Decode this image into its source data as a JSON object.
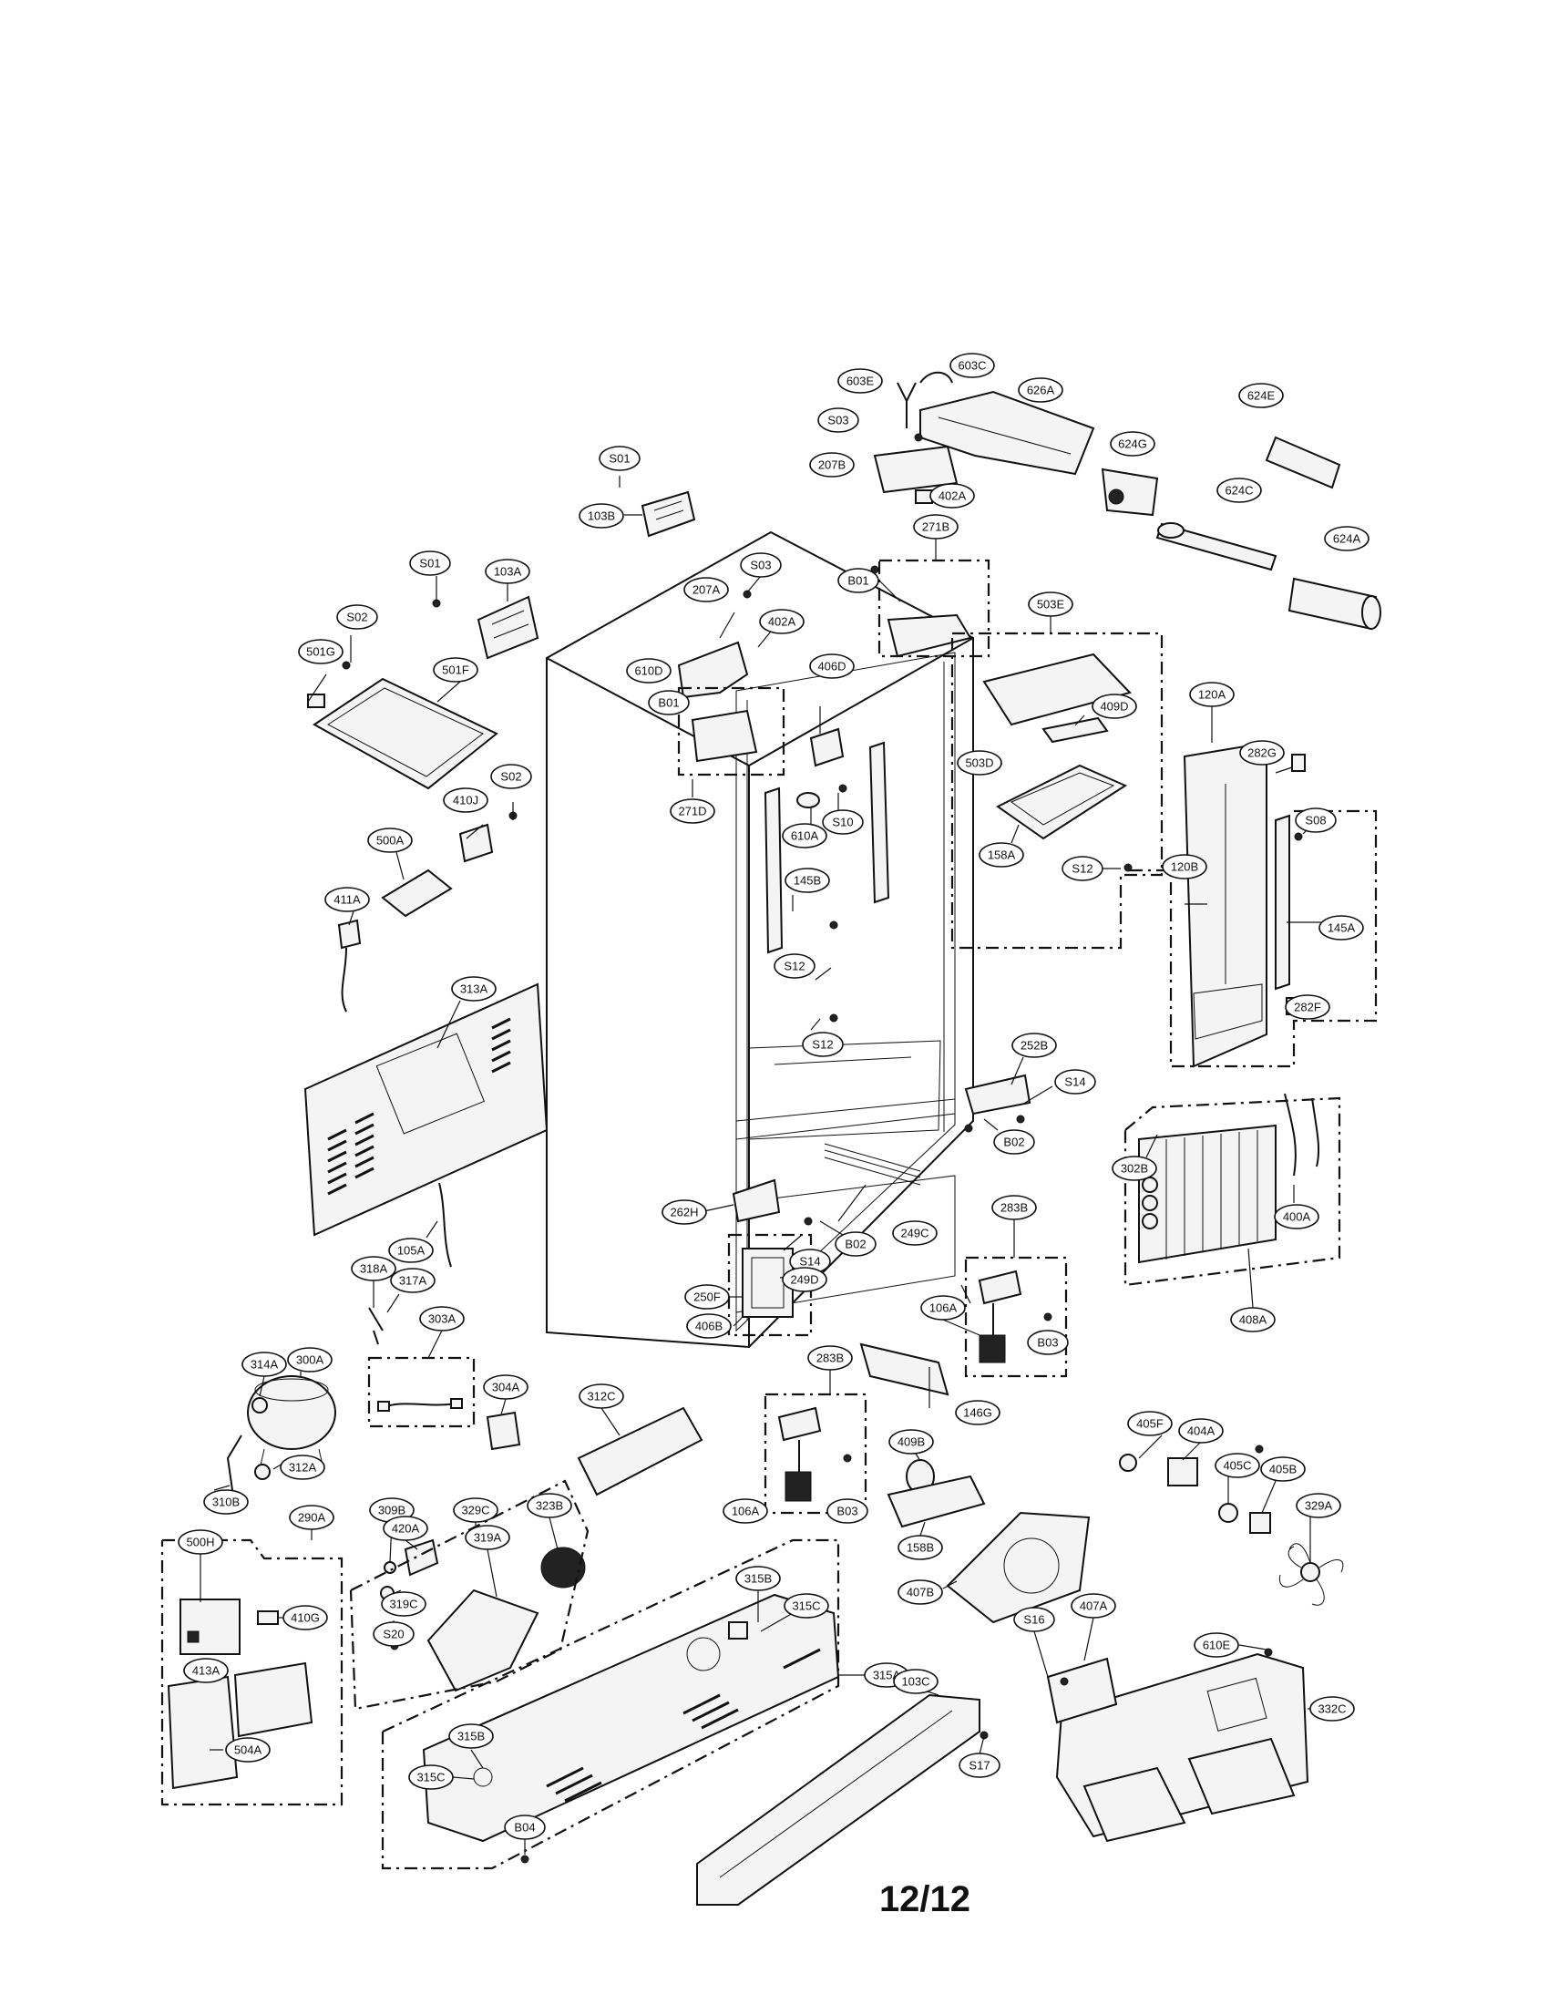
{
  "page_number": "12/12",
  "labels": {
    "p603E": "603E",
    "p603C": "603C",
    "p626A": "626A",
    "p624E": "624E",
    "pS03a": "S03",
    "pS01a": "S01",
    "p207B": "207B",
    "p624G": "624G",
    "p402A_a": "402A",
    "p624C": "624C",
    "p103B": "103B",
    "p271B": "271B",
    "p624A": "624A",
    "pS01b": "S01",
    "p103A": "103A",
    "pS03b": "S03",
    "pB01a": "B01",
    "p207A": "207A",
    "p503E": "503E",
    "p402A_b": "402A",
    "pS02a": "S02",
    "p501G": "501G",
    "p501F": "501F",
    "p610D": "610D",
    "p406D": "406D",
    "pB01b": "B01",
    "p409D": "409D",
    "p120A": "120A",
    "p282G": "282G",
    "pS02b": "S02",
    "p503D": "503D",
    "p271D": "271D",
    "p410J": "410J",
    "pS10": "S10",
    "p610A": "610A",
    "pS08": "S08",
    "p500A": "500A",
    "p158A": "158A",
    "pS12a": "S12",
    "p120B": "120B",
    "p411A": "411A",
    "p145B": "145B",
    "p145A": "145A",
    "pS12b": "S12",
    "p313A": "313A",
    "pS12c": "S12",
    "p282F": "282F",
    "p252B": "252B",
    "pS14a": "S14",
    "pB02a": "B02",
    "p302B": "302B",
    "p262H": "262H",
    "p249C": "249C",
    "p400A": "400A",
    "pB02b": "B02",
    "p105A": "105A",
    "pS14b": "S14",
    "p283Ba": "283B",
    "p318A": "318A",
    "p317A": "317A",
    "p250F": "250F",
    "p249D": "249D",
    "p408A": "408A",
    "p303A": "303A",
    "p406B": "406B",
    "p106Aa": "106A",
    "pB03a": "B03",
    "p314A": "314A",
    "p300A": "300A",
    "p283Bb": "283B",
    "p304A": "304A",
    "p312C": "312C",
    "p146G": "146G",
    "p405F": "405F",
    "p404A": "404A",
    "p409B": "409B",
    "p405C": "405C",
    "p405B": "405B",
    "p312A": "312A",
    "p309B": "309B",
    "p329C": "329C",
    "p106Ab": "106A",
    "pB03b": "B03",
    "p310B": "310B",
    "p329A": "329A",
    "p323B": "323B",
    "p290A": "290A",
    "p420A": "420A",
    "p158B": "158B",
    "p500H": "500H",
    "p315B_a": "315B",
    "p319A": "319A",
    "p410G": "410G",
    "p319C": "319C",
    "p315C_a": "315C",
    "p407B": "407B",
    "p407A": "407A",
    "pS20": "S20",
    "pS16": "S16",
    "p610E": "610E",
    "p413A": "413A",
    "p315A": "315A",
    "p103C": "103C",
    "p332C": "332C",
    "p315B_b": "315B",
    "p315C_b": "315C",
    "p504A": "504A",
    "pS17": "S17",
    "pB04": "B04"
  }
}
